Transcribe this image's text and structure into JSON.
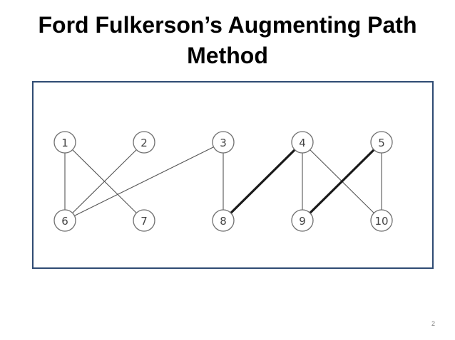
{
  "slide": {
    "title_line1": "Ford Fulkerson’s Augmenting Path",
    "title_line2": "Method",
    "page_number": "2"
  },
  "graph": {
    "nodes": [
      {
        "id": "1",
        "label": "1",
        "row": "top",
        "col": 0
      },
      {
        "id": "2",
        "label": "2",
        "row": "top",
        "col": 1
      },
      {
        "id": "3",
        "label": "3",
        "row": "top",
        "col": 2
      },
      {
        "id": "4",
        "label": "4",
        "row": "top",
        "col": 3
      },
      {
        "id": "5",
        "label": "5",
        "row": "top",
        "col": 4
      },
      {
        "id": "6",
        "label": "6",
        "row": "bottom",
        "col": 0
      },
      {
        "id": "7",
        "label": "7",
        "row": "bottom",
        "col": 1
      },
      {
        "id": "8",
        "label": "8",
        "row": "bottom",
        "col": 2
      },
      {
        "id": "9",
        "label": "9",
        "row": "bottom",
        "col": 3
      },
      {
        "id": "10",
        "label": "10",
        "row": "bottom",
        "col": 4
      }
    ],
    "edges": [
      {
        "from": "1",
        "to": "6",
        "bold": false
      },
      {
        "from": "1",
        "to": "7",
        "bold": false
      },
      {
        "from": "2",
        "to": "6",
        "bold": false
      },
      {
        "from": "3",
        "to": "6",
        "bold": false
      },
      {
        "from": "3",
        "to": "8",
        "bold": false
      },
      {
        "from": "4",
        "to": "8",
        "bold": true
      },
      {
        "from": "4",
        "to": "9",
        "bold": false
      },
      {
        "from": "4",
        "to": "10",
        "bold": false
      },
      {
        "from": "5",
        "to": "9",
        "bold": true
      },
      {
        "from": "5",
        "to": "10",
        "bold": false
      }
    ]
  },
  "colors": {
    "frame_border": "#2f4b73",
    "bold_edge": "#1a1a1a",
    "normal_edge": "#555555"
  }
}
